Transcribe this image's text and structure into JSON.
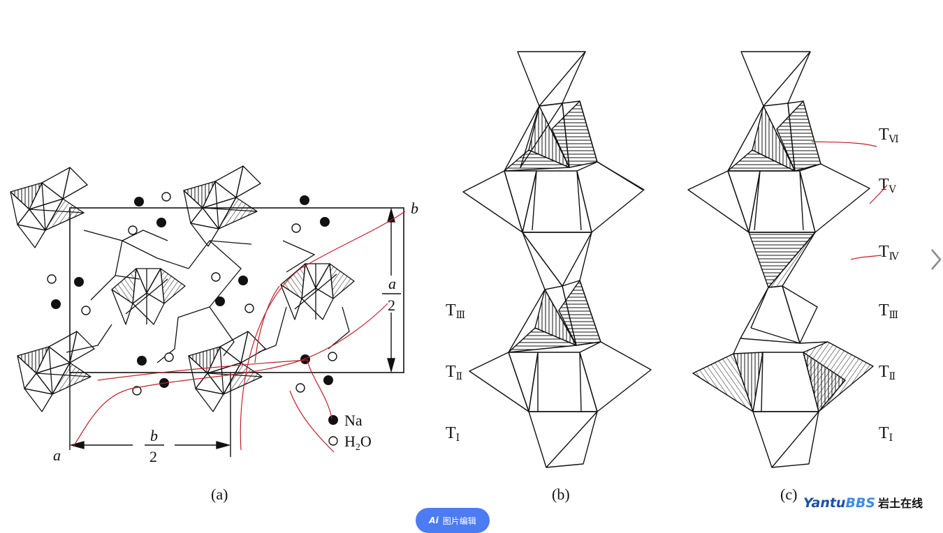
{
  "panel_a": {
    "axis_b": "b",
    "axis_a": "a",
    "dim_a_num": "a",
    "dim_a_den": "2",
    "dim_b_num": "b",
    "dim_b_den": "2",
    "legend_na": "Na",
    "legend_h2o_h": "H",
    "legend_h2o_sub": "2",
    "legend_h2o_o": "O",
    "caption": "(a)"
  },
  "panel_b": {
    "labels": [
      {
        "main": "T",
        "sub": "Ⅲ"
      },
      {
        "main": "T",
        "sub": "Ⅱ"
      },
      {
        "main": "T",
        "sub": "Ⅰ"
      }
    ],
    "caption": "(b)"
  },
  "panel_c": {
    "labels": [
      {
        "main": "T",
        "sub": "Ⅵ"
      },
      {
        "main": "T",
        "sub": "Ⅴ"
      },
      {
        "main": "T",
        "sub": "Ⅳ"
      },
      {
        "main": "T",
        "sub": "Ⅲ"
      },
      {
        "main": "T",
        "sub": "Ⅱ"
      },
      {
        "main": "T",
        "sub": "Ⅰ"
      }
    ],
    "caption": "(c)"
  },
  "toolbar": {
    "edit_icon": "Ai",
    "edit_label": "图片编辑"
  },
  "watermark": {
    "part1": "Yantu",
    "part2": "BBS",
    "part3": "岩土在线"
  },
  "colors": {
    "annotation": "#c0202a",
    "edit_button": "#4c7cf3",
    "watermark_blue": "#1b4fa8"
  }
}
